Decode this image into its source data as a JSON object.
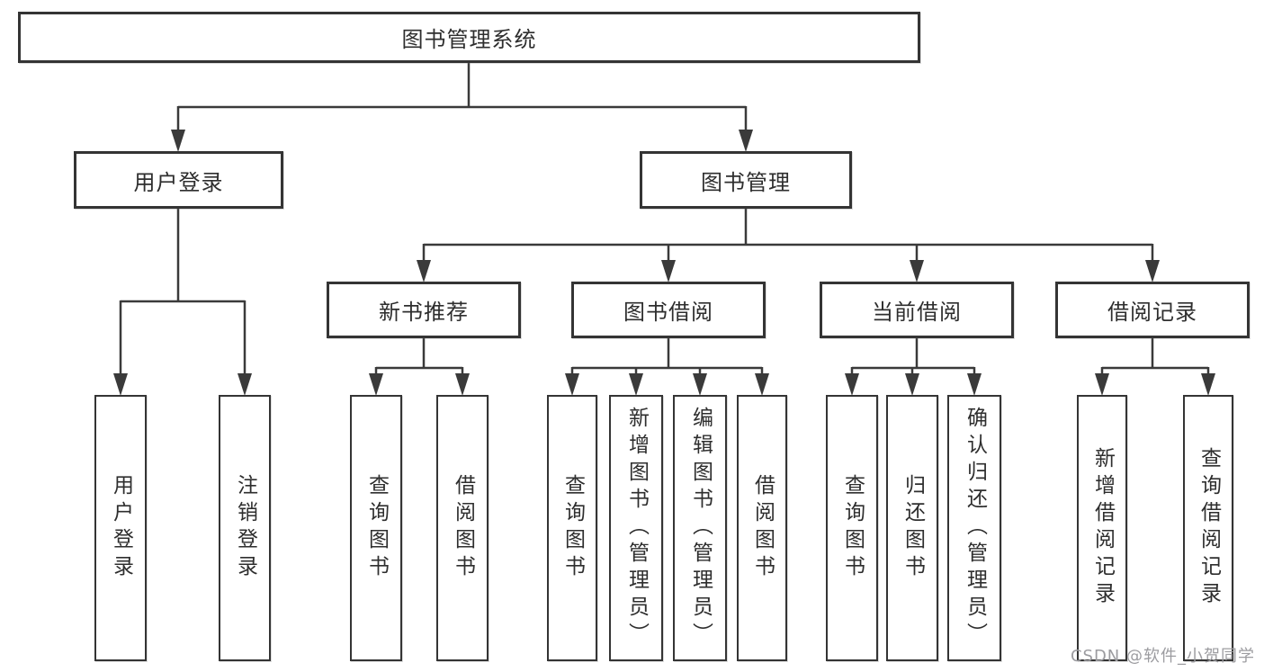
{
  "diagram": {
    "title": "图书管理系统",
    "nodes": {
      "root": {
        "label": "图书管理系统"
      },
      "user_login": {
        "label": "用户登录"
      },
      "book_mgmt": {
        "label": "图书管理"
      },
      "new_book_rec": {
        "label": "新书推荐"
      },
      "book_borrow": {
        "label": "图书借阅"
      },
      "current_borrow": {
        "label": "当前借阅"
      },
      "borrow_records": {
        "label": "借阅记录"
      },
      "leaf_user_login": {
        "label": "用户登录"
      },
      "leaf_logout": {
        "label": "注销登录"
      },
      "leaf_query_books_1": {
        "label": "查询图书"
      },
      "leaf_borrow_books_1": {
        "label": "借阅图书"
      },
      "leaf_query_books_2": {
        "label": "查询图书"
      },
      "leaf_add_book": {
        "label": "新增图书（管理员）"
      },
      "leaf_edit_book": {
        "label": "编辑图书（管理员）"
      },
      "leaf_borrow_books_2": {
        "label": "借阅图书"
      },
      "leaf_query_books_3": {
        "label": "查询图书"
      },
      "leaf_return_book": {
        "label": "归还图书"
      },
      "leaf_confirm_return": {
        "label": "确认归还（管理员）"
      },
      "leaf_add_record": {
        "label": "新增借阅记录"
      },
      "leaf_query_record": {
        "label": "查询借阅记录"
      }
    },
    "hierarchy": {
      "图书管理系统": [
        "用户登录",
        "图书管理"
      ],
      "用户登录": [
        "用户登录",
        "注销登录"
      ],
      "图书管理": [
        "新书推荐",
        "图书借阅",
        "当前借阅",
        "借阅记录"
      ],
      "新书推荐": [
        "查询图书",
        "借阅图书"
      ],
      "图书借阅": [
        "查询图书",
        "新增图书（管理员）",
        "编辑图书（管理员）",
        "借阅图书"
      ],
      "当前借阅": [
        "查询图书",
        "归还图书",
        "确认归还（管理员）"
      ],
      "借阅记录": [
        "新增借阅记录",
        "查询借阅记录"
      ]
    },
    "colors": {
      "line": "#3a3a3a",
      "box_border": "#343434",
      "box_fill": "#ffffff",
      "text": "#2e2e2e",
      "watermark": "#9c9ca0"
    }
  },
  "watermark": "CSDN @软件_小贺同学"
}
